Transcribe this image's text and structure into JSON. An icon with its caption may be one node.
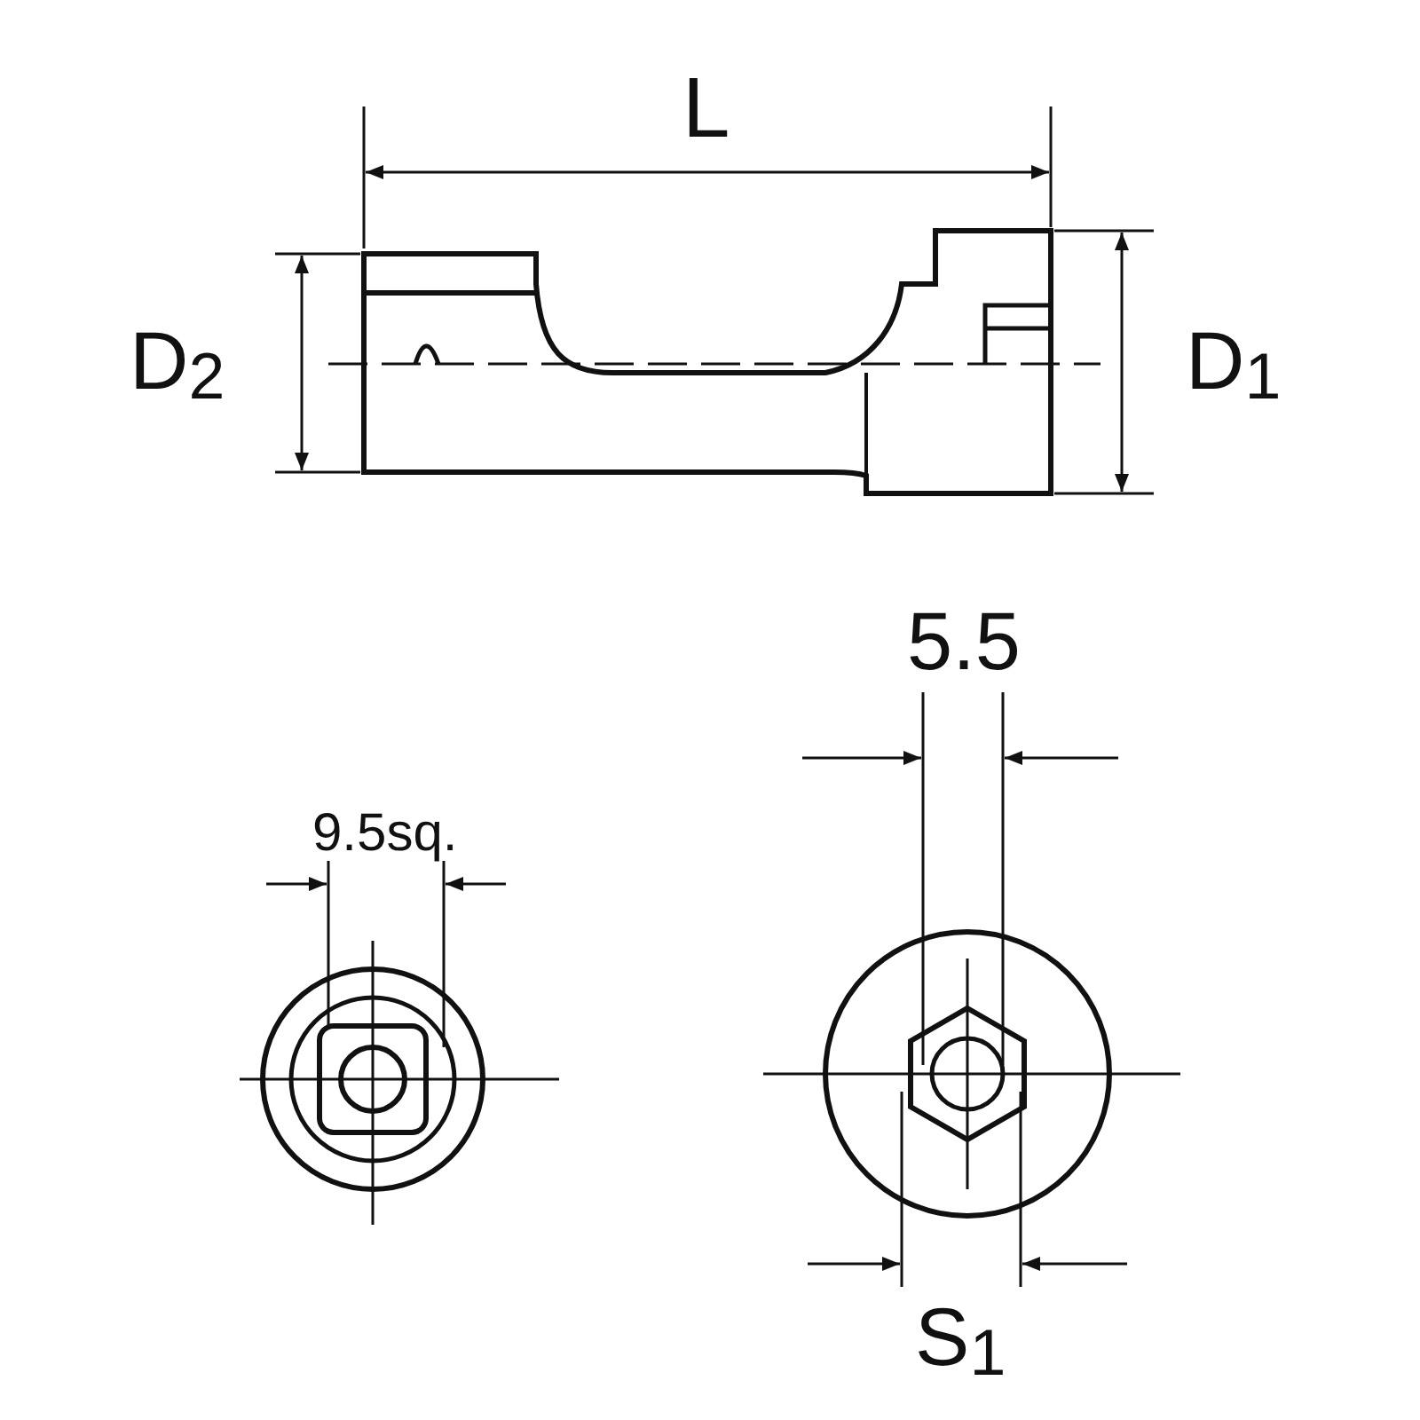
{
  "diagram": {
    "labels": [
      "L",
      "D$_{2}$",
      "D$_{1}$",
      "5.5",
      "9.5sq.",
      "S$_{1}$"
    ]
  }
}
